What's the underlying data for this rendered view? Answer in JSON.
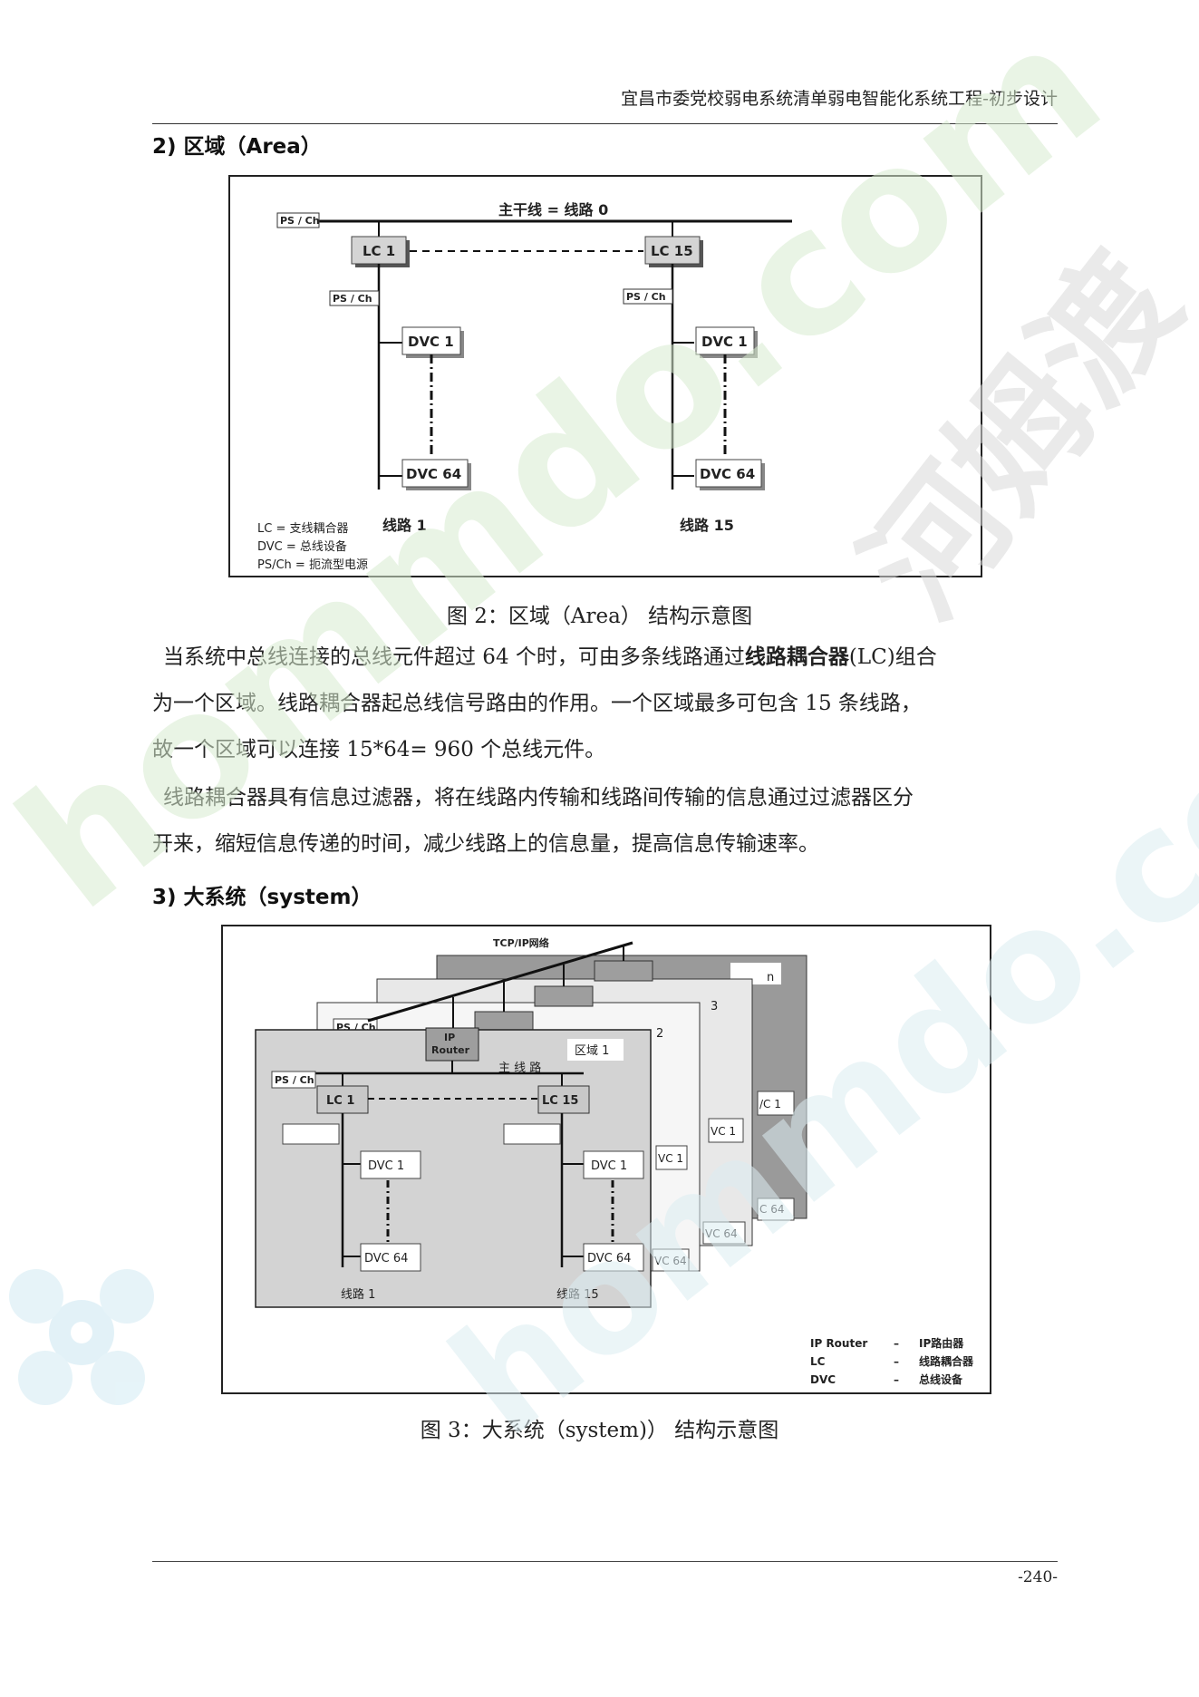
{
  "header": {
    "title": "宜昌市委党校弱电系统清单弱电智能化系统工程-初步设计"
  },
  "section_area": {
    "heading": "2) 区域（Area）"
  },
  "figure2": {
    "main_line": "主干线 = 线路 0",
    "ps_ch": "PS / Ch",
    "lc1": "LC 1",
    "lc15": "LC 15",
    "dvc1": "DVC 1",
    "dvc64": "DVC 64",
    "line1": "线路 1",
    "line15": "线路 15",
    "legend": [
      "LC     = 支线耦合器",
      "DVC    = 总线设备",
      "PS/Ch = 扼流型电源"
    ],
    "caption": "图 2：区域（Area） 结构示意图"
  },
  "para1": {
    "part1": "当系统中总线连接的总线元件超过 64 个时，可由多条线路通过",
    "bold": "线路耦合器",
    "part2": "(LC)组合",
    "line2": "为一个区域。线路耦合器起总线信号路由的作用。一个区域最多可包含 15 条线路，",
    "line3": "故一个区域可以连接 15*64= 960 个总线元件。"
  },
  "para2": {
    "line1": "线路耦合器具有信息过滤器，将在线路内传输和线路间传输的信息通过过滤器区分",
    "line2": "开来，缩短信息传递的时间，减少线路上的信息量，提高信息传输速率。"
  },
  "section_system": {
    "heading": "3) 大系统（system）"
  },
  "figure3": {
    "network": "TCP/IP网络",
    "ip_router": "IP\nRouter",
    "ip_router_l1": "IP",
    "ip_router_l2": "Router",
    "area1": "区域 1",
    "main_line": "主 线 路",
    "ps_ch": "PS / Ch",
    "lc1": "LC 1",
    "lc15": "LC 15",
    "dvc1": "DVC 1",
    "dvc64": "DVC 64",
    "line1": "线路 1",
    "line15": "线路 15",
    "layer_n": "n",
    "layer_3": "3",
    "layer_2": "2",
    "back_dvc1": "VC 1",
    "back_dvc64": "VC 64",
    "back_dvc1_b": "/C 1",
    "back_dvc64_b": "C 64",
    "legend": [
      {
        "term": "IP Router",
        "dash": "–",
        "desc": "IP路由器"
      },
      {
        "term": "LC",
        "dash": "–",
        "desc": "线路耦合器"
      },
      {
        "term": "DVC",
        "dash": "–",
        "desc": "总线设备"
      }
    ],
    "caption": "图 3：大系统（system)） 结构示意图"
  },
  "footer": {
    "page": "-240-"
  },
  "watermark": {
    "text": "hommdo.com",
    "logo_text": "河姆渡",
    "color": "#cde8cc",
    "color_blue": "#d5ecf4"
  }
}
